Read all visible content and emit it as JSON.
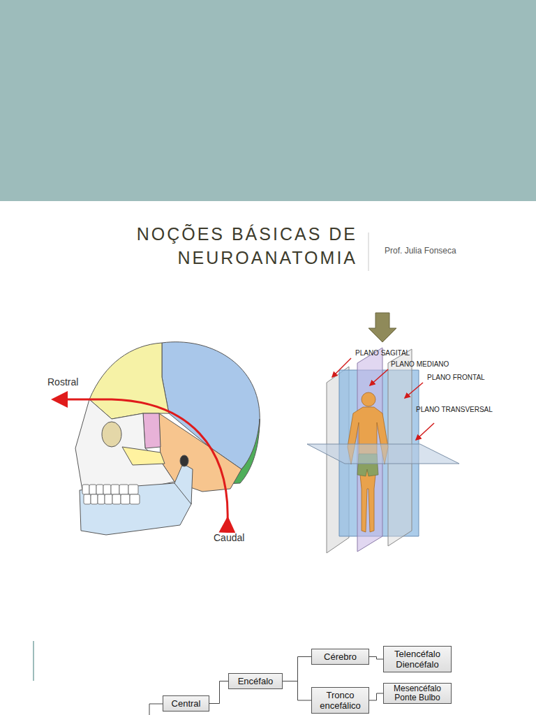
{
  "diagram": {
    "title": "NOÇÕES BÁSICAS DE NEUROANATOMIA",
    "nodes": [
      {
        "text": [
          "Central"
        ]
      },
      {
        "text": [
          "Encéfalo"
        ]
      },
      {
        "text": [
          "Cérebro"
        ]
      },
      {
        "text": [
          "Telencéfalo Diencéfalo"
        ]
      },
      {
        "text": [
          "Tronco encefálico"
        ]
      },
      {
        "text": [
          "Mesencéfalo Ponte Bulbo"
        ]
      }
    ],
    "edges": [
      {
        "from": 0,
        "to": 1,
        "arrow": "none"
      },
      {
        "from": 1,
        "to": 2,
        "arrow": "none"
      },
      {
        "from": 1,
        "to": 4,
        "arrow": "none"
      },
      {
        "from": 2,
        "to": 3,
        "arrow": "none"
      },
      {
        "from": 4,
        "to": 5,
        "arrow": "none"
      }
    ],
    "labels": [
      "Prof. Julia Fonseca",
      "Rostral",
      "Caudal",
      "PLANO SAGITAL",
      "PLANO MEDIANO",
      "PLANO FRONTAL",
      "PLANO TRANSVERSAL"
    ]
  }
}
